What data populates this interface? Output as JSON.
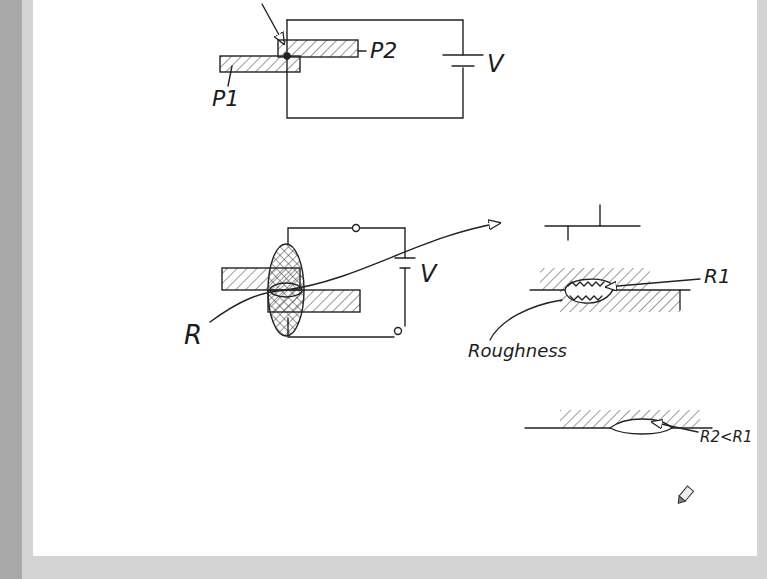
{
  "diagram": {
    "labels": [
      "P2",
      "V",
      "P1",
      "V",
      "R",
      "R1",
      "Roughness",
      "R2<R1"
    ]
  }
}
